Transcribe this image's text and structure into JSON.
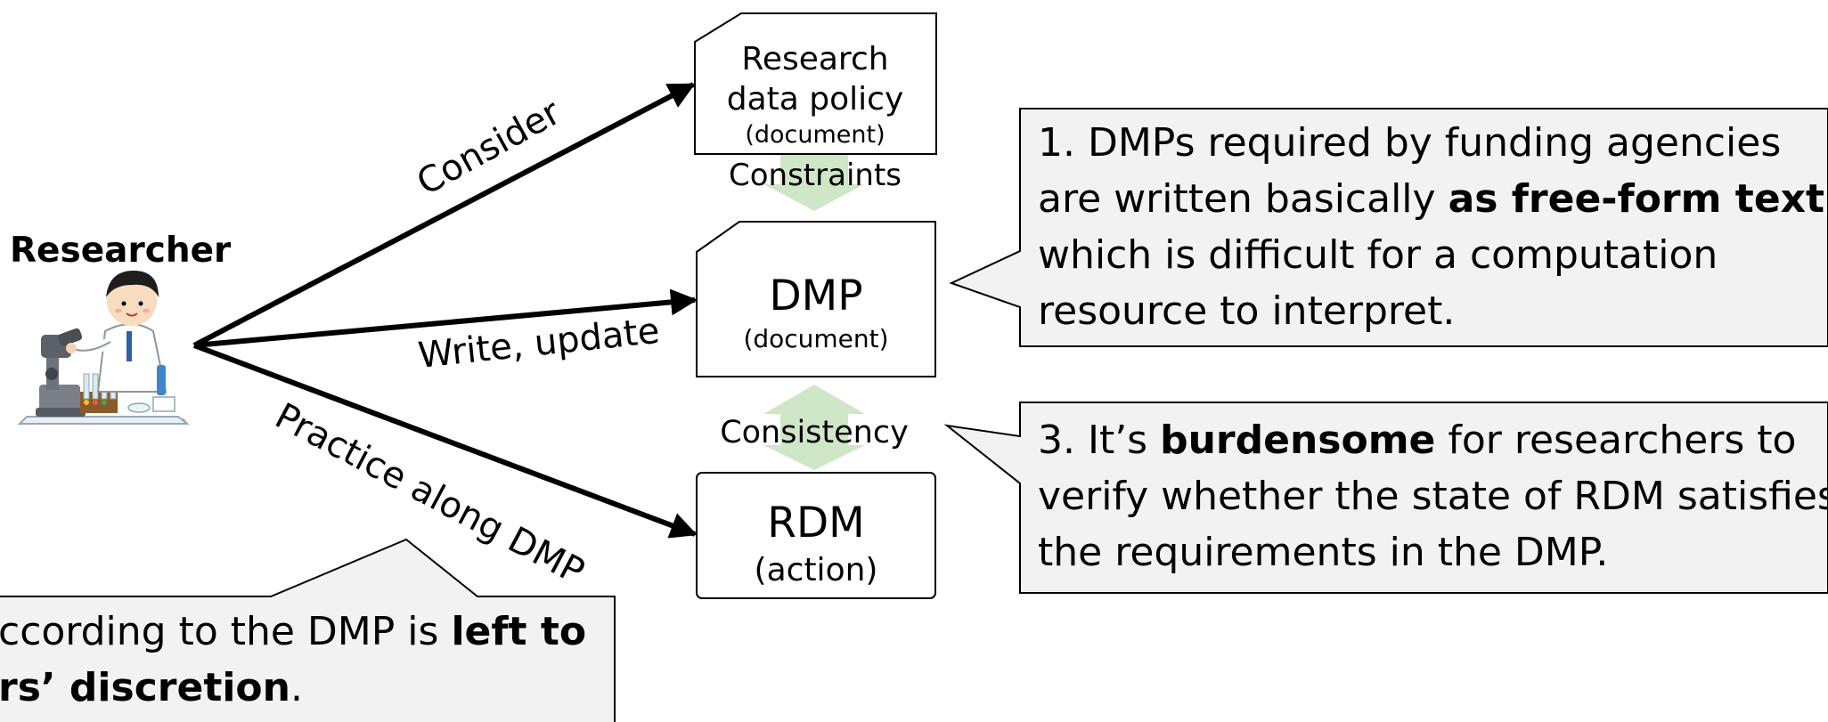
{
  "actor": {
    "label": "Researcher",
    "illustration": "researcher-with-microscope"
  },
  "edges": {
    "consider": "Consider",
    "write_update": "Write, update",
    "practice": "Practice along DMP"
  },
  "nodes": {
    "policy": {
      "line1": "Research",
      "line2": "data policy",
      "sub": "(document)"
    },
    "dmp": {
      "title": "DMP",
      "sub": "(document)"
    },
    "rdm": {
      "title": "RDM",
      "sub": "(action)"
    }
  },
  "relations": {
    "constraints": "Constraints",
    "consistency": "Consistency"
  },
  "callouts": {
    "c1": {
      "l1": "1. DMPs required by funding agencies",
      "l2a": "are written basically ",
      "l2b": "as free-form text",
      "l2c": ",",
      "l3": "which is difficult for a computation",
      "l4": "resource to interpret."
    },
    "c3": {
      "l1a": "3. It’s ",
      "l1b": "burdensome",
      "l1c": " for researchers to",
      "l2": "verify whether the state of RDM satisfies",
      "l3": "the requirements in the DMP."
    },
    "c2": {
      "l1a": "ccording to the DMP is ",
      "l1b": "left to",
      "l2a": "rs’ discretion",
      "l2b": "."
    }
  },
  "colors": {
    "callout_fill": "#f2f2f2",
    "relation_arrow": "#cfe6c7",
    "stroke": "#000000"
  }
}
